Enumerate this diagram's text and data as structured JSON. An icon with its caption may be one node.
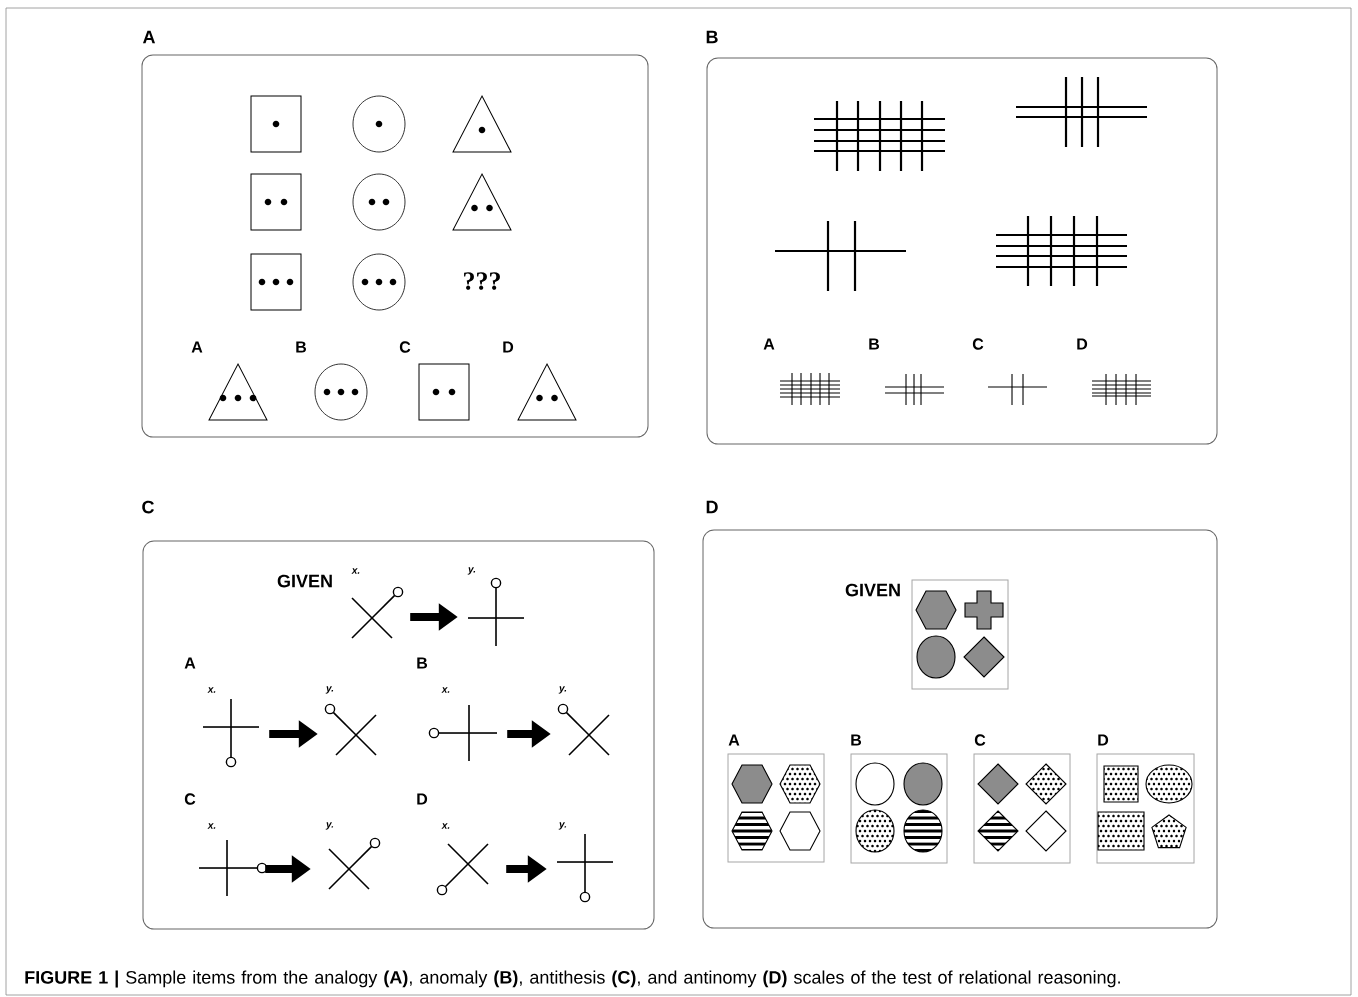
{
  "diagram": {
    "caption": "**FIGURE 1 |** Sample items from the analogy **(A)**, anomaly **(B)**, antithesis **(C)**, and antinomy **(D)** scales of the test of relational reasoning.",
    "nodes": [
      {
        "text": [
          "A"
        ]
      },
      {
        "text": [
          "B"
        ]
      },
      {
        "text": [
          "C"
        ]
      },
      {
        "text": [
          "D"
        ]
      },
      {
        "text": [],
        "shape": "cross",
        "in": 2,
        "beside": [
          "x."
        ]
      },
      {
        "text": [],
        "shape": "cross",
        "in": 2,
        "beside": [
          "y."
        ]
      },
      {
        "text": [],
        "shape": "cross",
        "in": 2,
        "beside": [
          "x."
        ]
      },
      {
        "text": [],
        "shape": "cross",
        "in": 2,
        "beside": [
          "y."
        ]
      },
      {
        "text": [],
        "shape": "cross",
        "in": 2,
        "beside": [
          "x."
        ]
      },
      {
        "text": [],
        "shape": "cross",
        "in": 2,
        "beside": [
          "y."
        ]
      },
      {
        "text": [],
        "shape": "cross",
        "in": 2,
        "beside": [
          "x."
        ]
      },
      {
        "text": [],
        "shape": "cross",
        "in": 2,
        "beside": [
          "y."
        ]
      },
      {
        "text": [],
        "shape": "cross",
        "in": 2,
        "beside": [
          "x."
        ]
      },
      {
        "text": [],
        "shape": "cross",
        "in": 2,
        "beside": [
          "y."
        ]
      }
    ],
    "edges": [
      {
        "from": 4,
        "to": 5,
        "arrow": "to"
      },
      {
        "from": 6,
        "to": 7,
        "arrow": "to"
      },
      {
        "from": 8,
        "to": 9,
        "arrow": "to"
      },
      {
        "from": 10,
        "to": 11,
        "arrow": "to"
      },
      {
        "from": 12,
        "to": 13,
        "arrow": "to"
      }
    ],
    "labels": [
      "???",
      "A",
      "B",
      "C",
      "D",
      "A",
      "B",
      "C",
      "D",
      "GIVEN",
      "A",
      "B",
      "C",
      "D",
      "GIVEN",
      "A",
      "B",
      "C",
      "D"
    ]
  }
}
